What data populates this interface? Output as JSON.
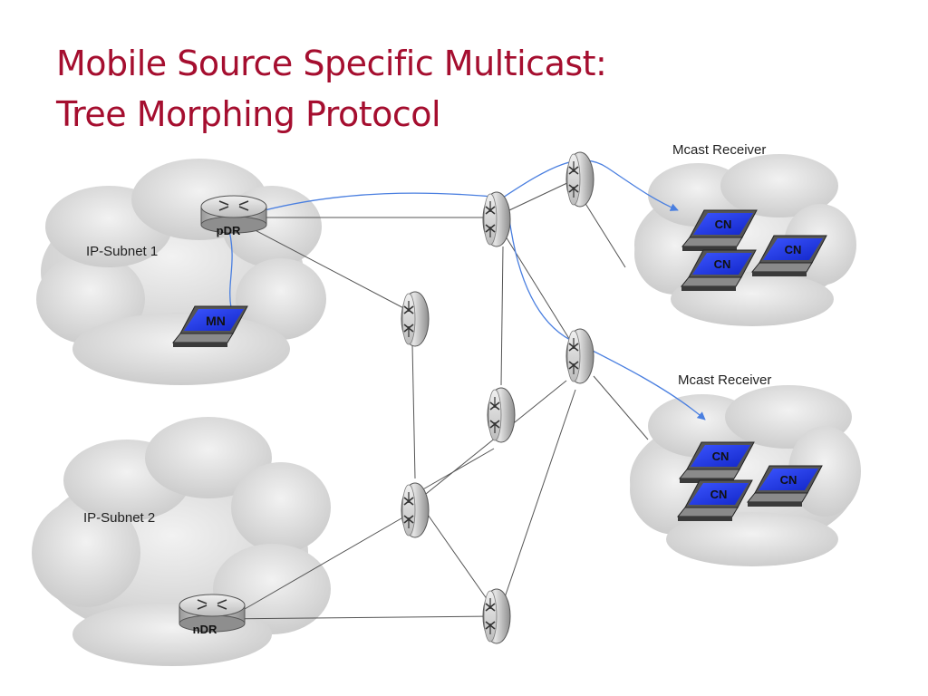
{
  "title": {
    "line1": "Mobile Source Specific Multicast:",
    "line2": "Tree Morphing Protocol"
  },
  "subnets": {
    "subnet1": "IP-Subnet 1",
    "subnet2": "IP-Subnet 2"
  },
  "receivers": {
    "receiver1": "Mcast Receiver",
    "receiver2": "Mcast Receiver"
  },
  "routers": {
    "previous_dr": "pDR",
    "new_dr": "nDR"
  },
  "hosts": {
    "mobile_node": "MN",
    "correspondent": "CN"
  },
  "colors": {
    "title": "#a50e2f",
    "multicast_path": "#4a7fe0",
    "link": "#555555",
    "screen": "#1c33e0"
  }
}
